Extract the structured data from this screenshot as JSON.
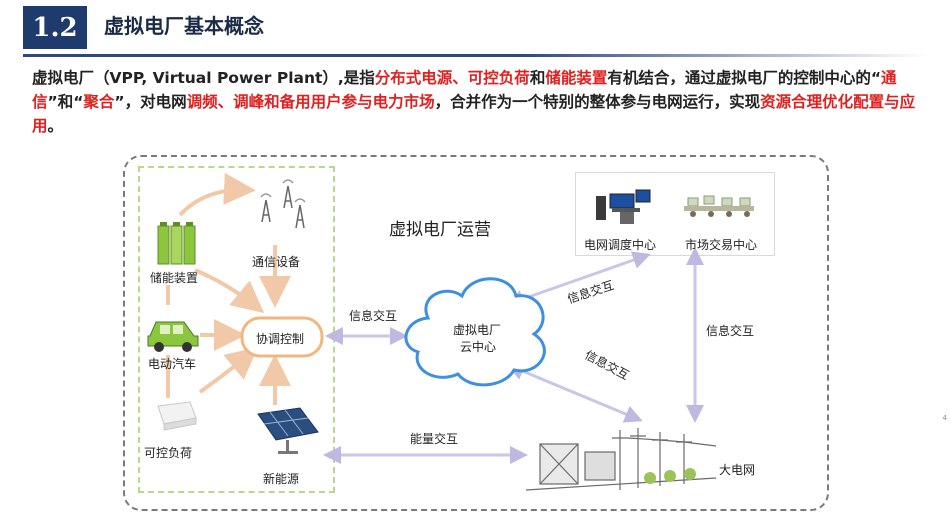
{
  "header": {
    "section_number": "1.2",
    "title": "虚拟电厂基本概念"
  },
  "intro": {
    "segments": [
      {
        "text": "虚拟电厂（VPP, Virtual Power Plant）,是指",
        "highlight": false
      },
      {
        "text": "分布式电源、可控负荷",
        "highlight": true
      },
      {
        "text": "和",
        "highlight": false
      },
      {
        "text": "储能装置",
        "highlight": true
      },
      {
        "text": "有机结合，通过虚拟电厂的控制中心的“",
        "highlight": false
      },
      {
        "text": "通信",
        "highlight": true
      },
      {
        "text": "”和“",
        "highlight": false
      },
      {
        "text": "聚合",
        "highlight": true
      },
      {
        "text": "”，对电网",
        "highlight": false
      },
      {
        "text": "调频、调峰和备用用户参与电力市场",
        "highlight": true
      },
      {
        "text": "，合并作为一个特别的整体参与电网运行，实现",
        "highlight": false
      },
      {
        "text": "资源合理优化配置与应用",
        "highlight": true
      },
      {
        "text": "。",
        "highlight": false
      }
    ],
    "highlight_color": "#e02020"
  },
  "diagram": {
    "title": "虚拟电厂运营",
    "storage": "储能装置",
    "telecom": "通信设备",
    "ev": "电动汽车",
    "coordination": "协调控制",
    "controllable_load": "可控负荷",
    "new_energy": "新能源",
    "cloud_line1": "虚拟电厂",
    "cloud_line2": "云中心",
    "dispatch_center": "电网调度中心",
    "market_center": "市场交易中心",
    "grid": "大电网",
    "info_exchange_left": "信息交互",
    "info_exchange_upper": "信息交互",
    "info_exchange_lower": "信息交互",
    "info_exchange_right": "信息交互",
    "energy_exchange": "能量交互"
  },
  "page_number": "4",
  "colors": {
    "badge": "#1f3b6e",
    "arrow_orange": "#f2c9a8",
    "arrow_purple": "#c9c6e6",
    "cloud_border": "#3f8fe0",
    "coord_border": "#f2b77e",
    "dashed_green": "#b8d88a"
  }
}
